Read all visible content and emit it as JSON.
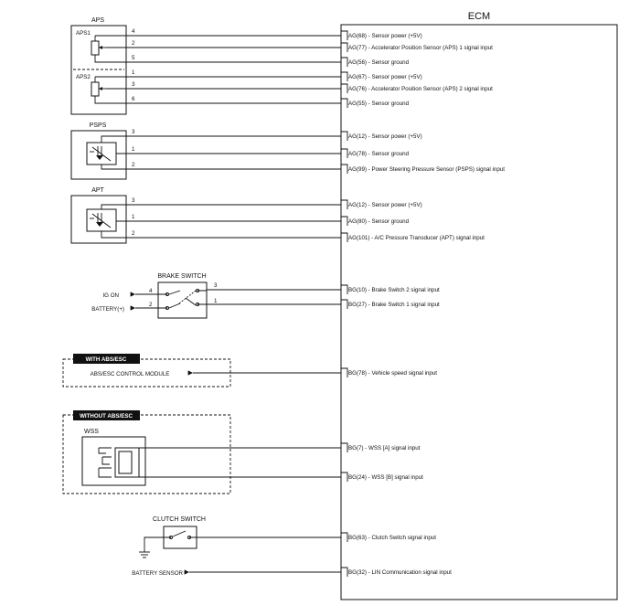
{
  "ecm": {
    "title": "ECM"
  },
  "aps": {
    "title": "APS",
    "sub1": "APS1",
    "sub2": "APS2",
    "pins": [
      "4",
      "2",
      "5",
      "1",
      "3",
      "6"
    ],
    "signals": [
      "AG(68) - Sensor power (+5V)",
      "AG(77) - Accelerator Position Sensor (APS) 1 signal input",
      "AG(56) - Sensor ground",
      "AG(67) - Sensor power (+5V)",
      "AG(76) - Accelerator Position Sensor (APS) 2 signal input",
      "AG(55) - Sensor ground"
    ]
  },
  "psps": {
    "title": "PSPS",
    "pins": [
      "3",
      "1",
      "2"
    ],
    "signals": [
      "AG(12) - Sensor power (+5V)",
      "AG(78) - Sensor ground",
      "AG(99) - Power Steering Pressure Sensor (PSPS) signal input"
    ]
  },
  "apt": {
    "title": "APT",
    "pins": [
      "3",
      "1",
      "2"
    ],
    "signals": [
      "AG(12) - Sensor power (+5V)",
      "AG(80) - Sensor ground",
      "AG(101) - A/C Pressure Transducer (APT) signal input"
    ]
  },
  "brake": {
    "title": "BRAKE SWITCH",
    "ig_on": "IG ON",
    "battery": "BATTERY(+)",
    "left_pins": [
      "4",
      "2"
    ],
    "right_pins": [
      "3",
      "1"
    ],
    "signals": [
      "BG(10) - Brake Switch 2 signal input",
      "BG(27) - Brake Switch 1 signal input"
    ]
  },
  "abs": {
    "badge": "WITH ABS/ESC",
    "module": "ABS/ESC CONTROL MODULE",
    "signal": "BG(78) - Vehicle speed signal input"
  },
  "wss": {
    "badge": "WITHOUT ABS/ESC",
    "title": "WSS",
    "signals": [
      "BG(7) - WSS [A] signal input",
      "BG(24) - WSS [B] signal input"
    ]
  },
  "clutch": {
    "title": "CLUTCH SWITCH",
    "signal": "BG(63) - Clutch Switch signal input"
  },
  "battery_sensor": {
    "label": "BATTERY SENSOR",
    "signal": "BG(32) - LIN Communication signal input"
  }
}
